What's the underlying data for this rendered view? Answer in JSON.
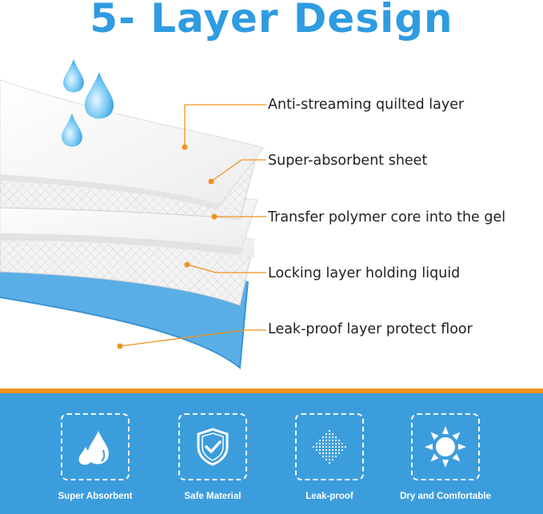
{
  "title": "5- Layer Design",
  "colors": {
    "title_blue": "#2f9be0",
    "accent_orange": "#f0921e",
    "panel_blue": "#3c9ddd",
    "leakproof_layer": "#5aaee6"
  },
  "layers": [
    {
      "label": "Anti-streaming quilted layer"
    },
    {
      "label": "Super-absorbent sheet"
    },
    {
      "label": "Transfer polymer core into the gel"
    },
    {
      "label": "Locking layer holding liquid"
    },
    {
      "label": "Leak-proof layer protect floor"
    }
  ],
  "features": [
    {
      "label": "Super Absorbent",
      "icon": "water-drops-icon"
    },
    {
      "label": "Safe Material",
      "icon": "shield-check-icon"
    },
    {
      "label": "Leak-proof",
      "icon": "mesh-diamond-icon"
    },
    {
      "label": "Dry and Comfortable",
      "icon": "sun-icon"
    }
  ]
}
